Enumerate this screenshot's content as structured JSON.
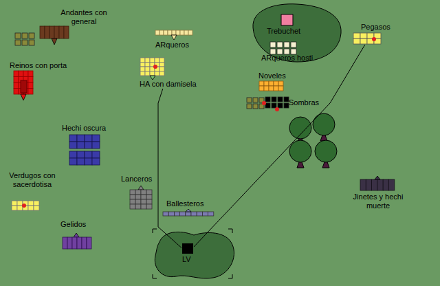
{
  "diagram": {
    "nodes": [
      {
        "text": [
          "Andantes con general"
        ]
      },
      {
        "text": [
          "ARqueros"
        ]
      },
      {
        "text": [
          "Trebuchet"
        ]
      },
      {
        "text": [
          "Pegasos"
        ]
      },
      {
        "text": [
          "ARqueros hosti"
        ]
      },
      {
        "text": [
          "Reinos con porta"
        ]
      },
      {
        "text": [
          "HA con damisela"
        ]
      },
      {
        "text": [
          "Noveles"
        ]
      },
      {
        "text": [
          "Sombras"
        ]
      },
      {
        "text": [
          "Hechi oscura"
        ]
      },
      {
        "text": [
          "Jinetes y hechi muerte"
        ]
      },
      {
        "text": [
          "Verdugos con sacerdotisa"
        ]
      },
      {
        "text": [
          "Lanceros"
        ]
      },
      {
        "text": [
          "Ballesteros"
        ]
      },
      {
        "text": [
          "Gelidos"
        ]
      },
      {
        "text": [
          "LV"
        ]
      }
    ],
    "edges": [
      {
        "from": 15,
        "to": 6,
        "arrow": "none"
      },
      {
        "from": 15,
        "to": 3,
        "arrow": "none"
      }
    ]
  }
}
